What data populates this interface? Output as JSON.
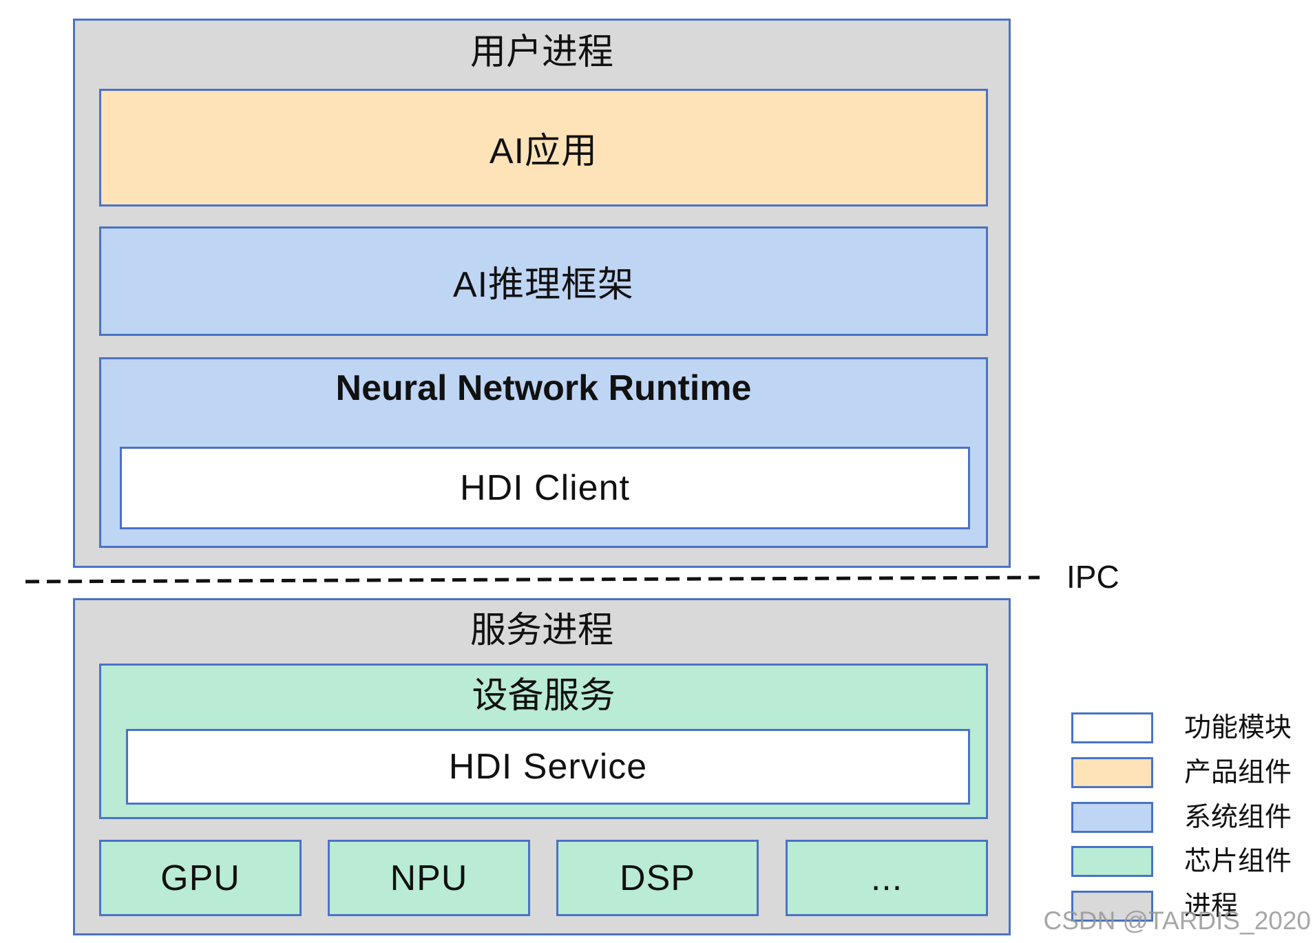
{
  "user_process": {
    "title": "用户进程",
    "ai_app": "AI应用",
    "ai_framework": "AI推理框架",
    "nnrt": {
      "title": "Neural Network Runtime",
      "hdi_client": "HDI Client"
    }
  },
  "ipc_label": "IPC",
  "service_process": {
    "title": "服务进程",
    "device_service": {
      "title": "设备服务",
      "hdi_service": "HDI Service"
    },
    "chips": [
      "GPU",
      "NPU",
      "DSP",
      "..."
    ]
  },
  "legend": [
    {
      "label": "功能模块",
      "color": "#ffffff"
    },
    {
      "label": "产品组件",
      "color": "#fee2b8"
    },
    {
      "label": "系统组件",
      "color": "#bfd5f4"
    },
    {
      "label": "芯片组件",
      "color": "#b9ebd5"
    },
    {
      "label": "进程",
      "color": "#d9d9d9"
    }
  ],
  "colors": {
    "border": "#4a72c4",
    "process": "#d9d9d9",
    "product_component": "#fee2b8",
    "system_component": "#bfd5f4",
    "chip_component": "#b9ebd5",
    "function_module": "#ffffff"
  },
  "watermark": "CSDN @TARDIS_2020"
}
